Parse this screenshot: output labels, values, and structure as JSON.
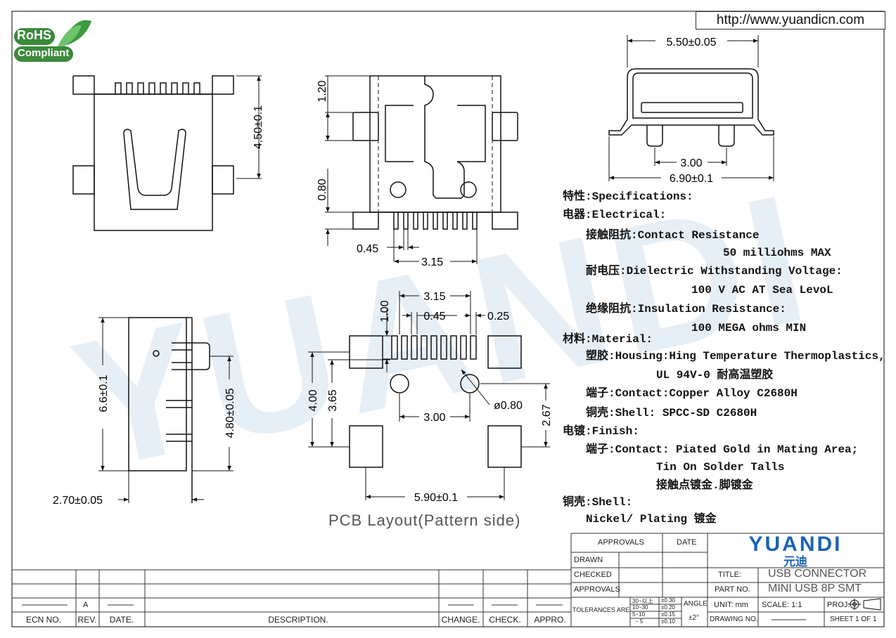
{
  "website": "http://www.yuandicn.com",
  "rohs": {
    "line1": "RoHS",
    "line2": "Compliant"
  },
  "watermark": "YUANDI",
  "top_view_dims": {
    "height": "4.50±0.1"
  },
  "front_view_dims": {
    "d1": "1.20",
    "d2": "0.80",
    "pitch": "0.45",
    "span": "3.15"
  },
  "end_view_dims": {
    "width": "5.50±0.05",
    "pad_span": "3.00",
    "overall": "6.90±0.1"
  },
  "side_view_dims": {
    "height": "6.6±0.1",
    "post": "4.80±0.05",
    "depth": "2.70±0.05"
  },
  "pcb_dims": {
    "span": "3.15",
    "pad_len": "1.00",
    "pitch": "0.45",
    "pad_w": "0.25",
    "row1": "4.00",
    "row2": "3.65",
    "holes": "3.00",
    "hole_dia": "ø0.80",
    "offset": "2.67",
    "overall": "5.90±0.1"
  },
  "pcb_caption": "PCB Layout(Pattern side)",
  "specs": [
    {
      "text": "特性:Specifications:",
      "indent": 0
    },
    {
      "text": "电器:Electrical:",
      "indent": 0
    },
    {
      "text": "接触阻抗:Contact Resistance",
      "indent": 1
    },
    {
      "text": "50 milliohms MAX",
      "indent": 4
    },
    {
      "text": "耐电压:Dielectric Withstanding Voltage:",
      "indent": 1
    },
    {
      "text": "100 V AC AT Sea LevoL",
      "indent": 3
    },
    {
      "text": "绝缘阻抗:Insulation Resistance:",
      "indent": 1
    },
    {
      "text": "100 MEGA ohms MIN",
      "indent": 3
    },
    {
      "text": "材料:Material:",
      "indent": 0
    },
    {
      "text": "塑胶:Housing:Hing Temperature  Thermoplastics,",
      "indent": 1
    },
    {
      "text": "UL 94V-0  耐高温塑胶",
      "indent": 2
    },
    {
      "text": "端子:Contact:Copper Alloy C2680H",
      "indent": 1
    },
    {
      "text": "铜壳:Shell: SPCC-SD   C2680H",
      "indent": 1
    },
    {
      "text": "电镀:Finish:",
      "indent": 0
    },
    {
      "text": "端子:Contact: Piated Gold in Mating Area;",
      "indent": 1
    },
    {
      "text": "Tin On Solder Talls",
      "indent": 2
    },
    {
      "text": "接触点镀金.脚镀金",
      "indent": 2
    },
    {
      "text": "铜壳:Shell:",
      "indent": 0
    },
    {
      "text": "Nickel/ Plating     镀金",
      "indent": 1
    }
  ],
  "title_block": {
    "approvals": "APPROVALS",
    "date": "DATE",
    "drawn": "DRAWN",
    "checked": "CHECKED",
    "approvals2": "APPROVALS",
    "tolerances": "TOLERANCES  ARE",
    "tol_ranges": [
      "30~以上",
      "10~30",
      "5~10",
      "~ 5"
    ],
    "tol_values": [
      "±0.30",
      "±0.20",
      "±0.15",
      "±0.10"
    ],
    "angle": "ANGLE",
    "angle_value": "±2°",
    "brand": "YUANDI",
    "brand_cn": "元迪",
    "title_label": "TITLE:",
    "title_value": "USB CONNECTOR",
    "part_label": "PART NO.",
    "part_value": "MINI USB 8P SMT",
    "unit": "UNIT: mm",
    "scale": "SCALE:   1:1",
    "proj": "PROJ:",
    "drawing_no": "DRAWING NO.",
    "sheet": "SHEET   1  OF  1"
  },
  "revision_block": {
    "headers": [
      "ECN  NO.",
      "REV.",
      "DATE.",
      "DESCRIPTION.",
      "CHANGE.",
      "CHECK.",
      "APPRO."
    ],
    "rev": "A"
  }
}
